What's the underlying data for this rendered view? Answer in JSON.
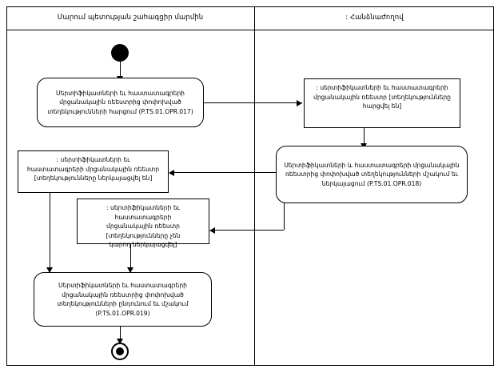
{
  "diagram": {
    "type": "uml-activity-diagram",
    "swimlanes": [
      {
        "title": "Մարում պետության շահագցիր մարմին"
      },
      {
        "title": ": Հանձնաժողով"
      }
    ]
  },
  "nodes": {
    "initial": {
      "name": "initial-node"
    },
    "final": {
      "name": "final-node"
    },
    "activity_request": {
      "line1": "Սերտիֆիկատների եւ հաստատագրերի",
      "line2": "մրցանակային ռեեստրից փոփոխված",
      "line3": "տեղեկությունների հարցում (P.TS.01.OPR.017)"
    },
    "object_requested": {
      "line1": ": սերտիֆիկատների եւ հաստատագրերի",
      "line2": "մրցանակային ռեեստր [տեղեկությունները",
      "line3": "հարցվել են]"
    },
    "activity_process": {
      "line1": "Սերտիֆիկատների և հաստատագրերի մրցանակային",
      "line2": "ռեեստրից փոփոխված տեղեկությունների մշակում եւ",
      "line3": "ներկայացում (P.TS.01.OPR.018)"
    },
    "object_provided": {
      "line1": ": սերտիֆիկատների եւ",
      "line2": "հաստատագրերի մրցանակային ռեեստր",
      "line3": "[տեղեկությունները ներկայացվել են]"
    },
    "object_not_provided": {
      "line1": ": սերտիֆիկատների եւ հաստատագրերի",
      "line2": "մրցանակային ռեեստր [տեղեկությունները չեն",
      "line3": "կարող ներկայացվել]"
    },
    "activity_receive": {
      "line1": "Սերտիֆիկատների եւ հաստատագրերի",
      "line2": "մրցանակային ռեեստրից փոփոխված",
      "line3": "տեղեկությունների ընդունում եւ մշակում",
      "line4": "(P.TS.01.OPR.019)"
    }
  },
  "colors": {
    "stroke": "#000000",
    "fill": "#ffffff"
  }
}
